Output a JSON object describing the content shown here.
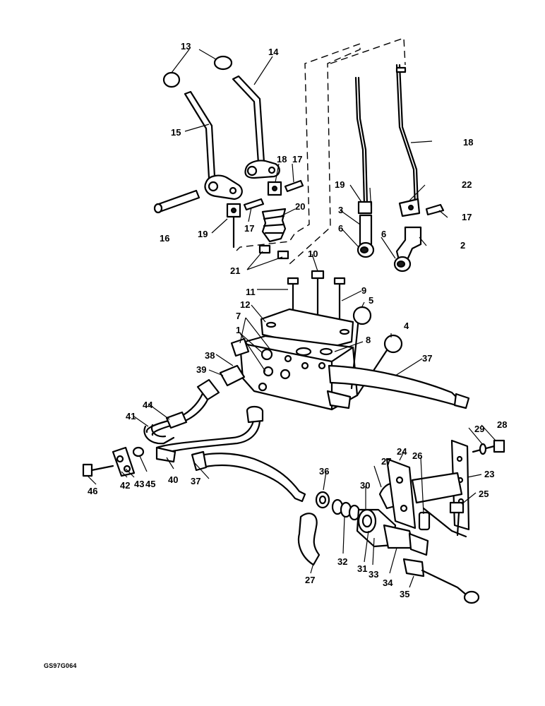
{
  "figure_code": "GS97G064",
  "callouts": {
    "c1": "1",
    "c2": "2",
    "c3": "3",
    "c4": "4",
    "c5": "5",
    "c6a": "6",
    "c6b": "6",
    "c7": "7",
    "c8": "8",
    "c9": "9",
    "c10": "10",
    "c11": "11",
    "c12": "12",
    "c13": "13",
    "c14": "14",
    "c15": "15",
    "c16": "16",
    "c17a": "17",
    "c17b": "17",
    "c17c": "17",
    "c18a": "18",
    "c18b": "18",
    "c19a": "19",
    "c19b": "19",
    "c20": "20",
    "c21": "21",
    "c22": "22",
    "c23": "23",
    "c24": "24",
    "c25": "25",
    "c26": "26",
    "c27a": "27",
    "c27b": "27",
    "c28": "28",
    "c29": "29",
    "c30": "30",
    "c31": "31",
    "c32": "32",
    "c33": "33",
    "c34": "34",
    "c35": "35",
    "c36": "36",
    "c37a": "37",
    "c37b": "37",
    "c38": "38",
    "c39": "39",
    "c40": "40",
    "c41": "41",
    "c42": "42",
    "c43": "43",
    "c44": "44",
    "c45": "45",
    "c46": "46"
  }
}
